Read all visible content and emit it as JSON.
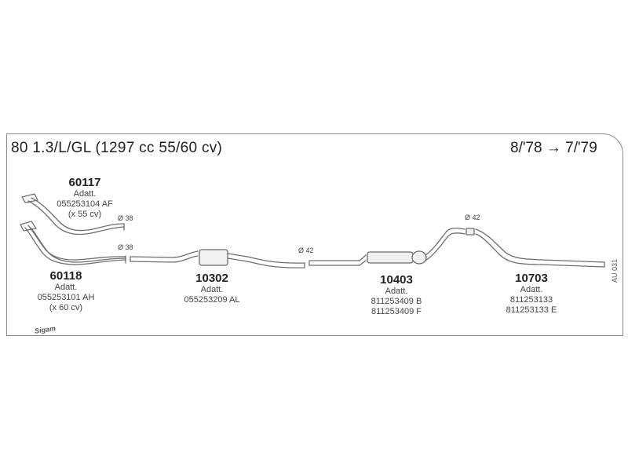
{
  "header": {
    "title": "80 1.3/L/GL (1297 cc 55/60 cv)",
    "date_range": "8/'78 → 7/'79"
  },
  "parts": [
    {
      "number": "60117",
      "adatt_label": "Adatt.",
      "refs": [
        "055253104 AF",
        "(x 55 cv)"
      ]
    },
    {
      "number": "60118",
      "adatt_label": "Adatt.",
      "refs": [
        "055253101 AH",
        "(x 60 cv)"
      ]
    },
    {
      "number": "10302",
      "adatt_label": "Adatt.",
      "refs": [
        "055253209 AL"
      ]
    },
    {
      "number": "10403",
      "adatt_label": "Adatt.",
      "refs": [
        "811253409 B",
        "811253409 F"
      ]
    },
    {
      "number": "10703",
      "adatt_label": "Adatt.",
      "refs": [
        "811253133",
        "811253133 E"
      ]
    }
  ],
  "diameters": [
    {
      "value": "Ø 38"
    },
    {
      "value": "Ø 38"
    },
    {
      "value": "Ø 42"
    },
    {
      "value": "Ø 42"
    }
  ],
  "catalog_code": "AU 031",
  "brand": "Sigam"
}
